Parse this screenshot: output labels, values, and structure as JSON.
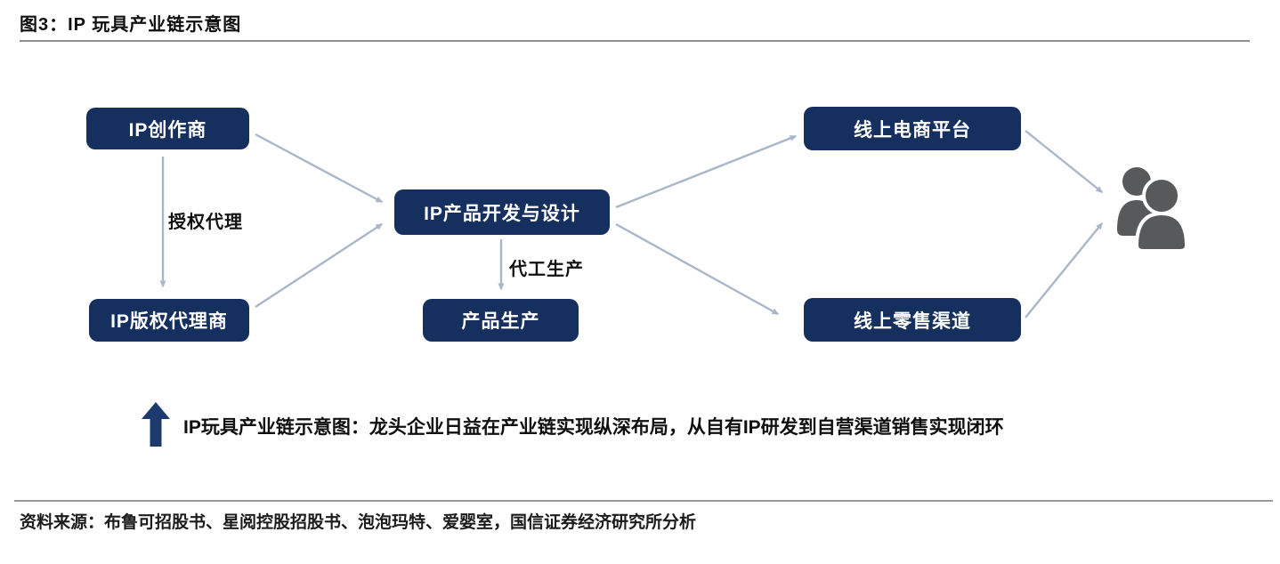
{
  "figure": {
    "title": "图3：IP 玩具产业链示意图",
    "nodes": {
      "ip_creator": "IP创作商",
      "ip_agent": "IP版权代理商",
      "ip_dev": "IP产品开发与设计",
      "production": "产品生产",
      "ecommerce": "线上电商平台",
      "retail": "线上零售渠道"
    },
    "edge_labels": {
      "license": "授权代理",
      "oem": "代工生产"
    },
    "annotation": "IP玩具产业链示意图：龙头企业日益在产业链实现纵深布局，从自有IP研发到自营渠道销售实现闭环",
    "source": "资料来源：布鲁可招股书、星阅控股招股书、泡泡玛特、爱婴室，国信证券经济研究所分析",
    "colors": {
      "node_navy": "#15305e",
      "arrow_gray": "#a9b6c8",
      "annotation_arrow_navy": "#1c3a6e",
      "person_gray": "#58595b",
      "rule_gray": "#8f8f8f"
    }
  }
}
